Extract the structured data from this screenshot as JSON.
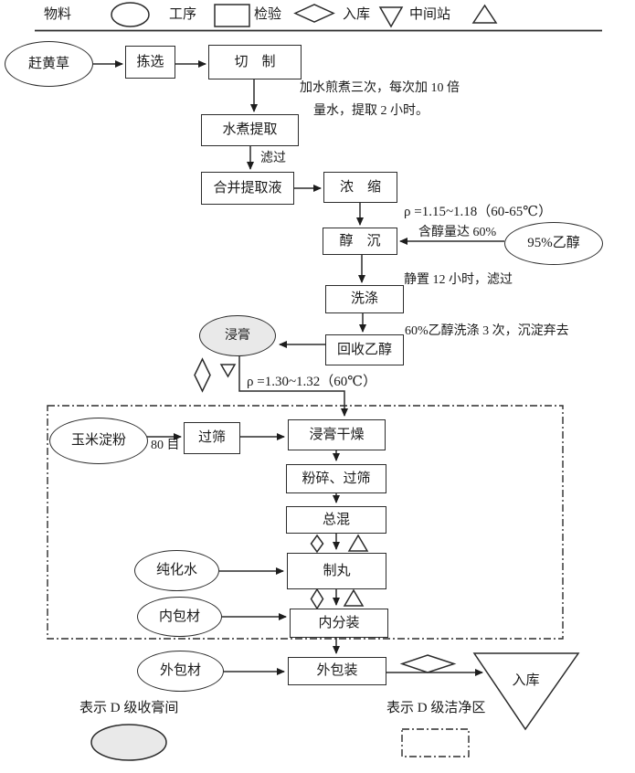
{
  "colors": {
    "stroke": "#2b2b2b",
    "shaded_fill": "#e9e9e9",
    "background": "#ffffff"
  },
  "legend": {
    "material": "物料",
    "process": "工序",
    "inspection": "检验",
    "warehouse": "入库",
    "station": "中间站"
  },
  "nodes": {
    "ganhuangcao": "赶黄草",
    "jianxuan": "拣选",
    "qiezhi": "切　制",
    "shuizhutiqu": "水煮提取",
    "hebingtiquye": "合并提取液",
    "nongsuo": "浓　缩",
    "chunchen": "醇　沉",
    "ethanol95": "95%乙醇",
    "xidi": "洗涤",
    "huishouyichun": "回收乙醇",
    "jingao": "浸膏",
    "yumidianfen": "玉米淀粉",
    "guoshai": "过筛",
    "jingaoganzao": "浸膏干燥",
    "fensuiguoshai": "粉碎、过筛",
    "zonghun": "总混",
    "zhiwan": "制丸",
    "chunhuashui": "纯化水",
    "neibaocai": "内包材",
    "neifenzhuang": "内分装",
    "waibaocai": "外包材",
    "waibaozhuang": "外包装",
    "ruku": "入库"
  },
  "annotations": {
    "decoction1": "加水煎煮三次，每次加 10 倍",
    "decoction2": "量水，提取 2 小时。",
    "filter1": "滤过",
    "density1": "ρ =1.15~1.18（60-65℃）",
    "alcohol_content": "含醇量达 60%",
    "standing": "静置 12 小时，滤过",
    "washing": "60%乙醇洗涤 3 次，沉淀弃去",
    "density2": "ρ =1.30~1.32（60℃）",
    "mesh": "80 目"
  },
  "footer": {
    "collect_room": "表示 D 级收膏间",
    "clean_area": "表示 D 级洁净区"
  }
}
